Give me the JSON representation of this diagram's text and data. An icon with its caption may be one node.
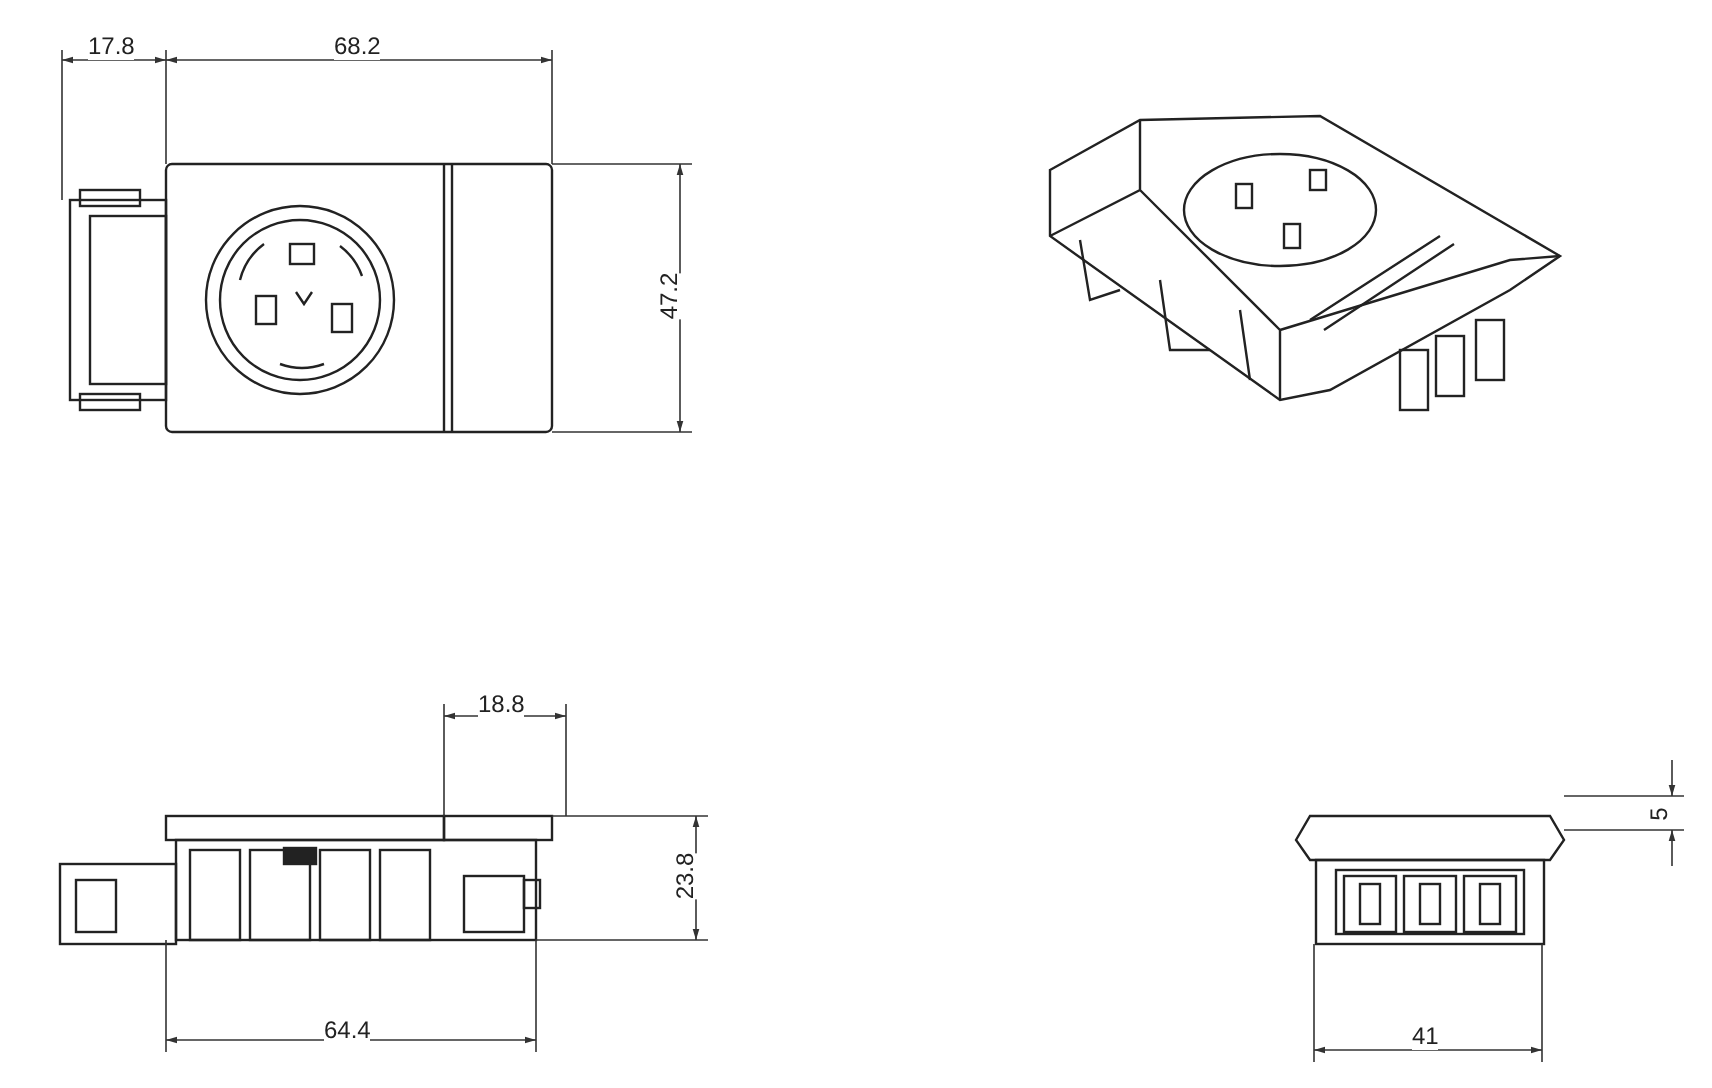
{
  "diagram": {
    "labels": [
      "17.8",
      "68.2",
      "47.2",
      "18.8",
      "23.8",
      "64.4",
      "5",
      "41"
    ]
  }
}
